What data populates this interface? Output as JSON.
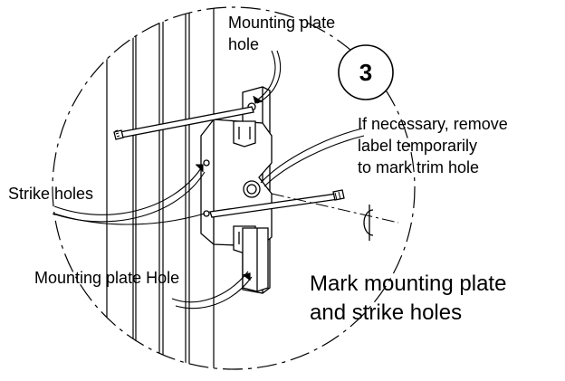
{
  "labels": {
    "mounting_plate_hole_top": [
      "Mounting plate",
      "hole"
    ],
    "step_number": "3",
    "remove_label_note": [
      "If necessary, remove",
      "label temporarily",
      "to mark trim hole"
    ],
    "strike_holes": "Strike holes",
    "mounting_plate_hole_bottom": "Mounting plate Hole",
    "instruction": [
      "Mark mounting plate",
      "and strike holes"
    ]
  },
  "icons": {
    "centerline_symbol": "centerline-icon"
  }
}
